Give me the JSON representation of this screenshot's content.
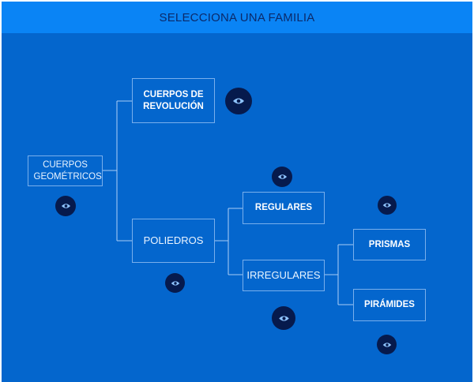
{
  "header": {
    "title": "SELECCIONA UNA FAMILIA"
  },
  "nodes": {
    "cuerpos_geometricos": "CUERPOS GEOMÉTRICOS",
    "cuerpos_revolucion": "CUERPOS DE REVOLUCIÓN",
    "poliedros": "POLIEDROS",
    "regulares": "REGULARES",
    "irregulares": "IRREGULARES",
    "prismas": "PRISMAS",
    "piramides": "PIRÁMIDES"
  },
  "icons": {
    "view": "eye-icon"
  },
  "colors": {
    "header_bg": "#0a84f5",
    "panel_bg": "#0466cd",
    "eye_button_bg": "#061a4d",
    "eye_icon": "#8fc4ff"
  }
}
